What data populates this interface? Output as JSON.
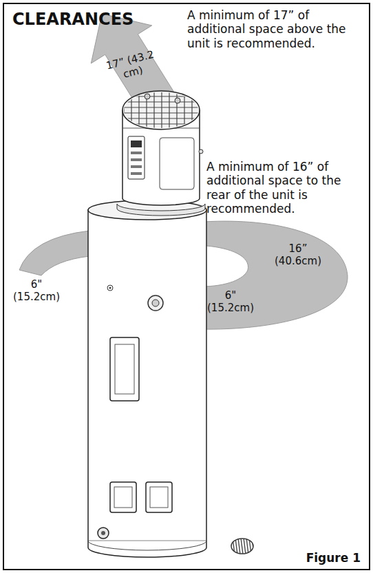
{
  "diagram": {
    "title": "CLEARANCES",
    "caption": "Figure 1",
    "labels": [
      "A minimum of 17” of additional space above the unit is recommended.",
      "17” (43.2 cm)",
      "A minimum of 16” of additional space to the rear of the unit is recommended.",
      "6\" (15.2cm)",
      "16” (40.6cm)",
      "6\" (15.2cm)"
    ]
  }
}
